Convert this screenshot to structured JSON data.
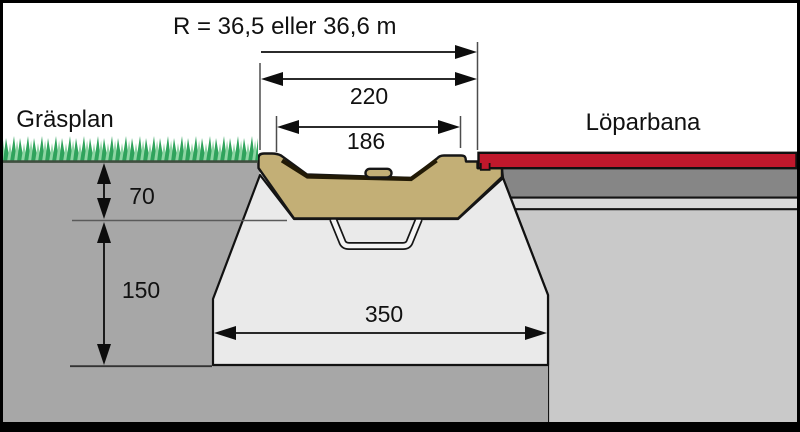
{
  "labels": {
    "radius": "R = 36,5 eller 36,6 m",
    "left_area": "Gräsplan",
    "right_area": "Löparbana"
  },
  "dimensions": {
    "outer_width": "220",
    "inner_width": "186",
    "top_depth": "70",
    "lower_depth": "150",
    "foundation_width": "350"
  },
  "colors": {
    "curb_tan": "#C3AF76",
    "curb_channel_dark": "#221a06",
    "track_red": "#C0182C",
    "asphalt_gray": "#868686",
    "stripe_gray": "#DADADA",
    "base_gray": "#C9C9C9",
    "soil_gray": "#A7A7A7",
    "foundation_gray": "#EAEAEA",
    "grass_dark_green": "#2FA35C",
    "grass_light_green": "#8ED6A4",
    "outline_black": "#111111"
  }
}
